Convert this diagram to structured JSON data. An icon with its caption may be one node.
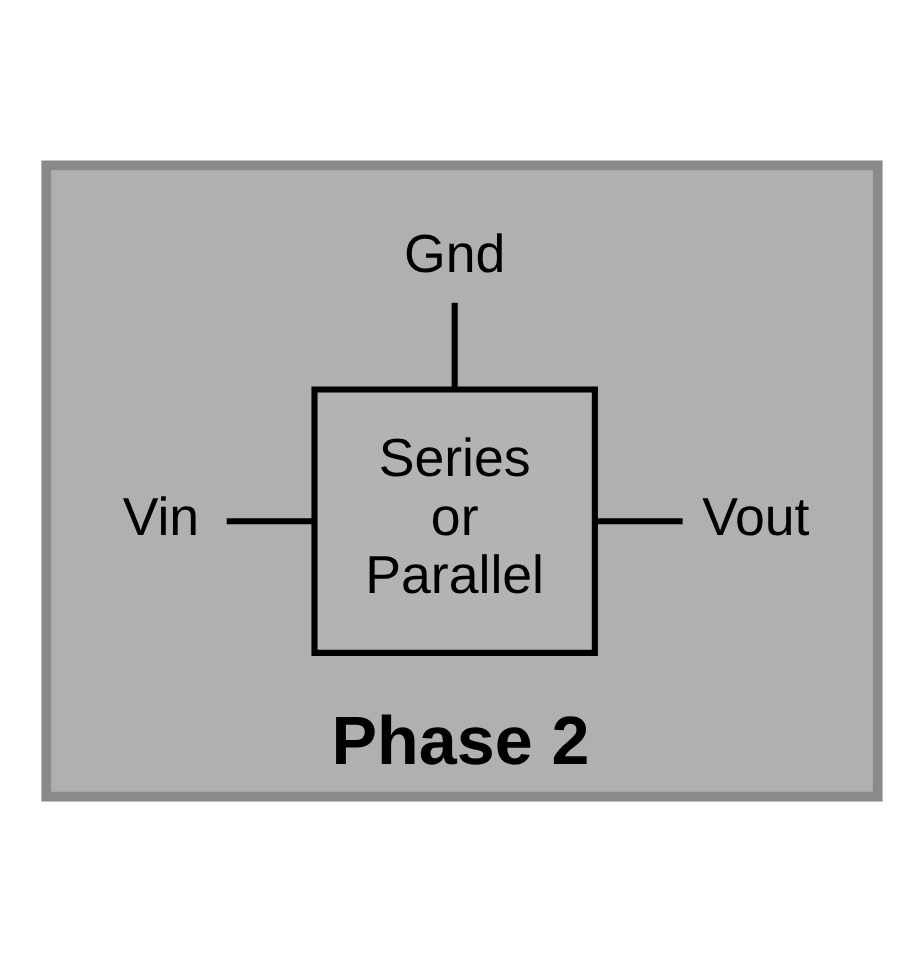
{
  "diagram": {
    "nodes": [
      {
        "text": [
          "Phase 2"
        ]
      },
      {
        "text": [
          "Series or Parallel"
        ],
        "in": 0
      },
      {
        "text": [
          "Vin"
        ],
        "in": 0
      },
      {
        "text": [
          "Vout"
        ],
        "in": 0
      },
      {
        "text": [
          "Gnd"
        ],
        "in": 0
      }
    ],
    "edges": [
      {
        "from": 2,
        "to": 1,
        "arrow": "none"
      },
      {
        "from": 1,
        "to": 3,
        "arrow": "none"
      },
      {
        "from": 1,
        "to": 4,
        "arrow": "none"
      }
    ]
  }
}
